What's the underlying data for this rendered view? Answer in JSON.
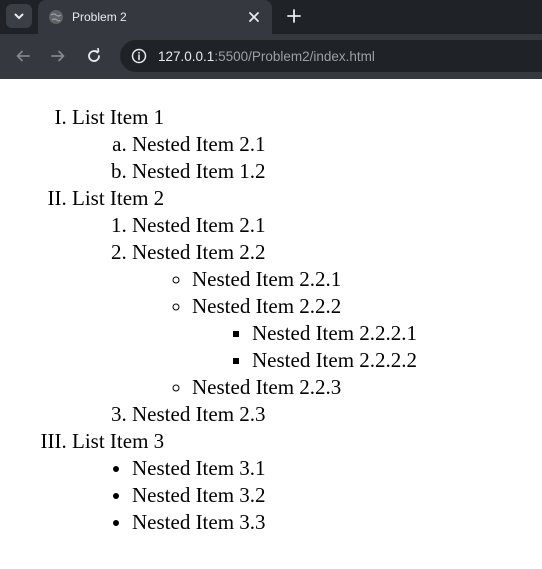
{
  "browser": {
    "tab_title": "Problem 2",
    "url_host": "127.0.0.1",
    "url_rest": ":5500/Problem2/index.html"
  },
  "list": {
    "item1": {
      "label": "List Item 1",
      "children": [
        "Nested Item 2.1",
        "Nested Item 1.2"
      ]
    },
    "item2": {
      "label": "List Item 2",
      "child1": "Nested Item 2.1",
      "child2": {
        "label": "Nested Item 2.2",
        "sub1": "Nested Item 2.2.1",
        "sub2": {
          "label": "Nested Item 2.2.2",
          "children": [
            "Nested Item 2.2.2.1",
            "Nested Item 2.2.2.2"
          ]
        },
        "sub3": "Nested Item 2.2.3"
      },
      "child3": "Nested Item 2.3"
    },
    "item3": {
      "label": "List Item 3",
      "children": [
        "Nested Item 3.1",
        "Nested Item 3.2",
        "Nested Item 3.3"
      ]
    }
  }
}
